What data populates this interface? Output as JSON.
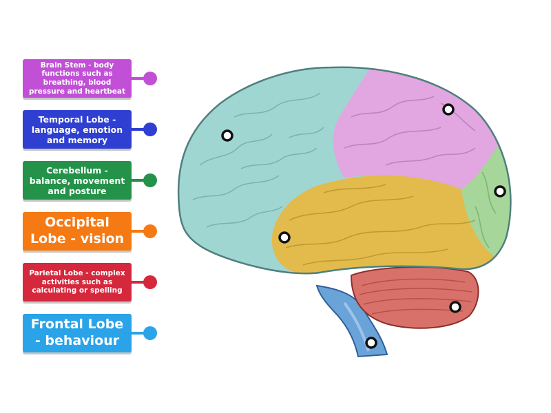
{
  "labels": [
    {
      "text": "Brain Stem - body functions such as breathing, blood pressure and heartbeat",
      "color": "#c150d6",
      "size": "xs"
    },
    {
      "text": "Temporal Lobe - language, emotion and memory",
      "color": "#2f3fd1",
      "size": "s"
    },
    {
      "text": "Cerebellum - balance, movement and posture",
      "color": "#25924a",
      "size": "s"
    },
    {
      "text": "Occipital Lobe - vision",
      "color": "#f57a14",
      "size": "l"
    },
    {
      "text": "Parietal Lobe - complex activities such as calculating or spelling",
      "color": "#d6283c",
      "size": "xs"
    },
    {
      "text": "Frontal Lobe - behaviour",
      "color": "#2ba3e8",
      "size": "l"
    }
  ],
  "regions": {
    "frontal": "#9fd6d2",
    "parietal": "#e2a6e0",
    "occipital": "#a6d69a",
    "temporal": "#e3bb4c",
    "cerebellum": "#d9716b",
    "brainstem": "#6aa3d8"
  }
}
